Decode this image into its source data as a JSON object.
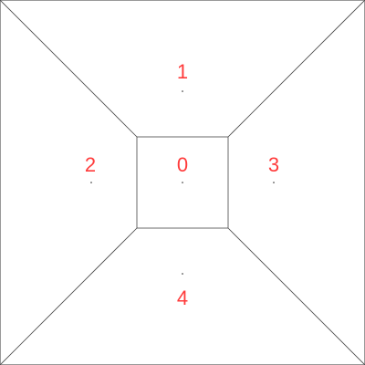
{
  "diagram": {
    "label_color": "#ff3b3b",
    "line_color": "#444444",
    "regions": [
      {
        "label": "0",
        "role": "center-square"
      },
      {
        "label": "1",
        "role": "top-trapezoid"
      },
      {
        "label": "2",
        "role": "left-trapezoid"
      },
      {
        "label": "3",
        "role": "right-trapezoid"
      },
      {
        "label": "4",
        "role": "bottom-trapezoid"
      }
    ]
  }
}
